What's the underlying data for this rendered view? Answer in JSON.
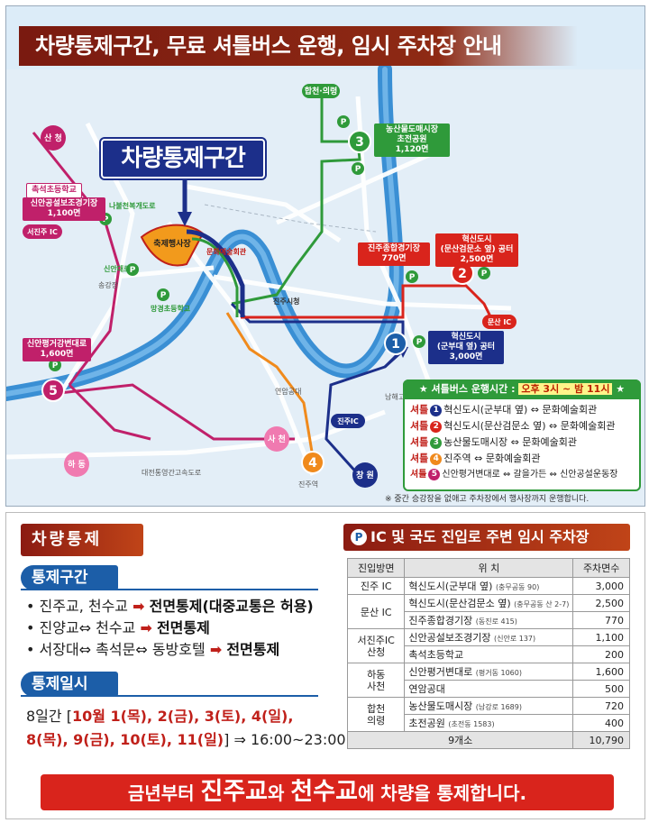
{
  "map": {
    "title": "차량통제구간, 무료 셔틀버스 운행, 임시 주차장 안내",
    "zone_label": "차량통제구간",
    "festival_label": "축제행사장",
    "places": {
      "sancheong": "산 청",
      "hapcheon": "합천·의령",
      "hadong": "하 동",
      "sacheon": "사 천",
      "changwon": "창 원",
      "jinju_ic": "진주IC",
      "munsan_ic": "문산 IC",
      "sajinju_ic": "서진주 IC",
      "city_hall": "진주시청",
      "arts_center": "문화예술회관",
      "highway": "대전통영간고속도로",
      "namhae_highway": "남해고속도로",
      "station": "진주역",
      "yeonam": "연암공대",
      "songgang": "송강장",
      "sinan_bridge": "신안대로",
      "gangnam": "망경초등학교",
      "nagri": "나불천복개도로"
    },
    "boxes": {
      "chokseok": "촉석초등학교",
      "sinan_field": "신안공설보조경기장\n1,100면",
      "sinpyeong": "신안평거강변대로\n1,600면",
      "nongsan": "농산물도매시장\n초전공원\n1,120면",
      "jinju_stadium": "진주종합경기장\n770면",
      "hyeoksin2": "혁신도시\n(문산검문소 옆) 공터\n2,500면",
      "hyeoksin1": "혁신도시\n(군부대 옆) 공터\n3,000면"
    },
    "markers": [
      "1",
      "2",
      "3",
      "4",
      "5"
    ],
    "colors": {
      "route1": "#1c2f8a",
      "route2": "#d9241c",
      "route3": "#2f9a3a",
      "route4": "#f08a1c",
      "route5": "#c0206a",
      "river": "#3a8fd4",
      "road": "#ffffff"
    }
  },
  "shuttle": {
    "header_prefix": "★ 셔틀버스 운행시간 : ",
    "header_time": "오후 3시 ~ 밤 11시",
    "header_suffix": " ★",
    "tag": "셔틀",
    "rows": [
      {
        "num": "1",
        "color": "#1c2f8a",
        "text": "혁신도시(군부대 옆) ⇔ 문화예술회관"
      },
      {
        "num": "2",
        "color": "#d9241c",
        "text": "혁신도시(문산검문소 옆) ⇔ 문화예술회관"
      },
      {
        "num": "3",
        "color": "#2f9a3a",
        "text": "농산물도매시장 ⇔ 문화예술회관"
      },
      {
        "num": "4",
        "color": "#f08a1c",
        "text": "진주역 ⇔ 문화예술회관"
      },
      {
        "num": "5",
        "color": "#c0206a",
        "text": "신안평거변대로 ⇔ 갈을가든 ⇔ 신안공설운동장"
      }
    ],
    "note": "※ 중간 승강장을 없애고 주차장에서 행사장까지 운행합니다."
  },
  "control": {
    "title": "차량통제",
    "zone_title": "통제구간",
    "zone_rows": [
      {
        "a": "진주교, 천수교 ",
        "b": "전면통제",
        "c": "(대중교통은 허용)"
      },
      {
        "a": "진양교⇔ 천수교 ",
        "b": "전면통제",
        "c": ""
      },
      {
        "a": "서장대⇔ 촉석문⇔ 동방호텔 ",
        "b": "전면통제",
        "c": ""
      }
    ],
    "date_title": "통제일시",
    "date_line1_pre": "8일간 [",
    "date_line1_red": "10월 1(목), 2(금), 3(토), 4(일),",
    "date_line2_red": "8(목), 9(금), 10(토), 11(일)",
    "date_line2_post": "] ⇒ 16:00~23:00",
    "arrow": "➡"
  },
  "parking": {
    "title": "IC 및 국도 진입로 주변 임시 주차장",
    "p_icon": "P",
    "headers": [
      "진입방면",
      "위 치",
      "주차면수"
    ],
    "rows": [
      {
        "dir": "진주 IC",
        "loc": "혁신도시(군부대 옆)",
        "sub": "(충무공동 90)",
        "count": "3,000"
      },
      {
        "dir": "문산 IC",
        "loc": "혁신도시(문산검문소 옆)",
        "sub": "(충무공동 산 2-7)",
        "count": "2,500"
      },
      {
        "dir": "",
        "loc": "진주종합경기장",
        "sub": "(동진로 415)",
        "count": "770"
      },
      {
        "dir": "서진주IC\n산청",
        "loc": "신안공설보조경기장",
        "sub": "(신안로 137)",
        "count": "1,100"
      },
      {
        "dir": "",
        "loc": "촉석초등학교",
        "sub": "",
        "count": "200"
      },
      {
        "dir": "하동\n사천",
        "loc": "신안평거변대로",
        "sub": "(평거동 1060)",
        "count": "1,600"
      },
      {
        "dir": "",
        "loc": "연암공대",
        "sub": "",
        "count": "500"
      },
      {
        "dir": "합천\n의령",
        "loc": "농산물도매시장",
        "sub": "(남강로 1689)",
        "count": "720"
      },
      {
        "dir": "",
        "loc": "초전공원",
        "sub": "(초전동 1583)",
        "count": "400"
      }
    ],
    "total_label": "9개소",
    "total_count": "10,790"
  },
  "banner": {
    "pre": "금년부터 ",
    "b1": "진주교",
    "mid": "와 ",
    "b2": "천수교",
    "post": "에 차량을 통제합니다."
  }
}
